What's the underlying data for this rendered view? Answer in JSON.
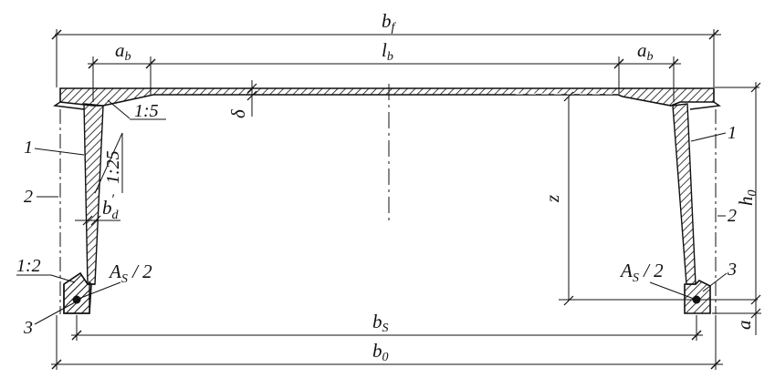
{
  "diagram": {
    "dims": {
      "bf": "b",
      "bf_sub": "f",
      "lb": "l",
      "lb_sub": "b",
      "ab_left": "a",
      "ab_left_sub": "b",
      "ab_right": "a",
      "ab_right_sub": "b",
      "bs": "b",
      "bs_sub": "S",
      "b0": "b",
      "b0_sub": "0",
      "h0": "h",
      "h0_sub": "0",
      "z": "z",
      "a": "a",
      "delta": "δ",
      "bd": "b",
      "bd_sub": "d",
      "bd_sup": "′"
    },
    "slopes": {
      "flange_haunch": "1:5",
      "web": "1:25",
      "bottom_haunch": "1:2"
    },
    "rebar": {
      "left": "A",
      "left_sub": "S",
      "left_rest": " / 2",
      "right": "A",
      "right_sub": "S",
      "right_rest": " / 2"
    },
    "callouts": {
      "left_1": "1",
      "left_2": "2",
      "left_3": "3",
      "right_1": "1",
      "right_2": "2",
      "right_3": "3"
    }
  }
}
